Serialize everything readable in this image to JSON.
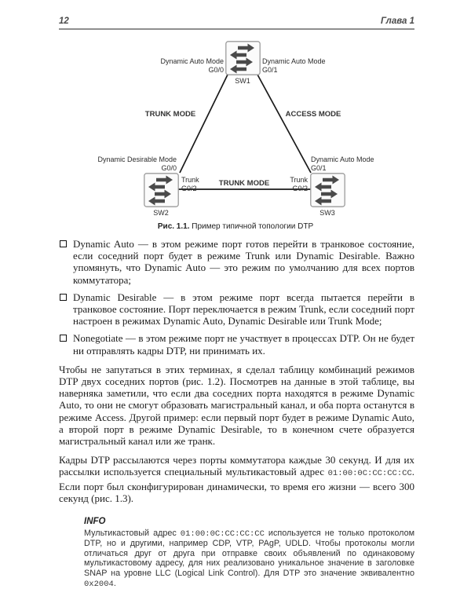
{
  "header": {
    "page_number": "12",
    "chapter": "Глава 1"
  },
  "diagram": {
    "sw1": {
      "name": "SW1",
      "left_mode": "Dynamic Auto Mode",
      "left_port": "G0/0",
      "right_mode": "Dynamic Auto Mode",
      "right_port": "G0/1"
    },
    "sw2": {
      "name": "SW2",
      "mode": "Dynamic Desirable Mode",
      "port": "G0/0",
      "trunk_label": "Trunk",
      "trunk_port": "G0/2"
    },
    "sw3": {
      "name": "SW3",
      "mode": "Dynamic Auto Mode",
      "port": "G0/1",
      "trunk_label": "Trunk",
      "trunk_port": "G0/2"
    },
    "link_sw1_sw2": "TRUNK MODE",
    "link_sw1_sw3": "ACCESS MODE",
    "link_sw2_sw3": "TRUNK MODE"
  },
  "caption": {
    "bold": "Рис. 1.1.",
    "text": " Пример типичной топологии DTP"
  },
  "bullets": [
    {
      "text": "Dynamic Auto — в этом режиме порт готов перейти в транковое состояние, если соседний порт будет в режиме Trunk или Dynamic Desirable. Важно упомянуть, что Dynamic Auto — это режим по умолчанию для всех портов коммутатора;"
    },
    {
      "text": "Dynamic Desirable — в этом режиме порт всегда пытается перейти в транковое состояние. Порт переключается в режим Trunk, если соседний порт настроен в режимах Dynamic Auto, Dynamic Desirable или Trunk Mode;"
    },
    {
      "text": "Nonegotiate — в этом режиме порт не участвует в процессах DTP. Он не будет ни отправлять кадры DTP, ни принимать их."
    }
  ],
  "paragraphs": {
    "p1": "Чтобы не запутаться в этих терминах, я сделал таблицу комбинаций режимов DTP двух соседних портов (рис. 1.2). Посмотрев на данные в этой таблице, вы наверняка заметили, что если два соседних порта находятся в режиме Dynamic Auto, то они не смогут образовать магистральный канал, и оба порта останутся в режиме Access. Другой пример: если первый порт будет в режиме Dynamic Auto, а второй порт в режиме Dynamic Desirable, то в конечном счете образуется магистральный канал или же транк.",
    "p2_pre": "Кадры DTP рассылаются через порты коммутатора каждые 30 секунд. И для их рассылки используется специальный мультикастовый адрес ",
    "p2_mac": "01:00:0C:CC:CC:CC",
    "p2_post": ". Если порт был сконфигурирован динамически, то время его жизни — всего 300 секунд (рис. 1.3)."
  },
  "info": {
    "title": "INFO",
    "pre": "Мультикастовый адрес ",
    "mac": "01:00:0C:CC:CC:CC",
    "mid": " используется не только протоколом DTP, но и другими, например CDP, VTP, PAgP, UDLD. Чтобы протоколы могли отличаться друг от друга при отправке своих объявлений по одинаковому мультикастовому адресу, для них реализовано уникальное значение в заголовке SNAP на уровне LLC (Logical Link Control). Для DTP это значение эквивалентно ",
    "hex": "0x2004",
    "end": "."
  }
}
